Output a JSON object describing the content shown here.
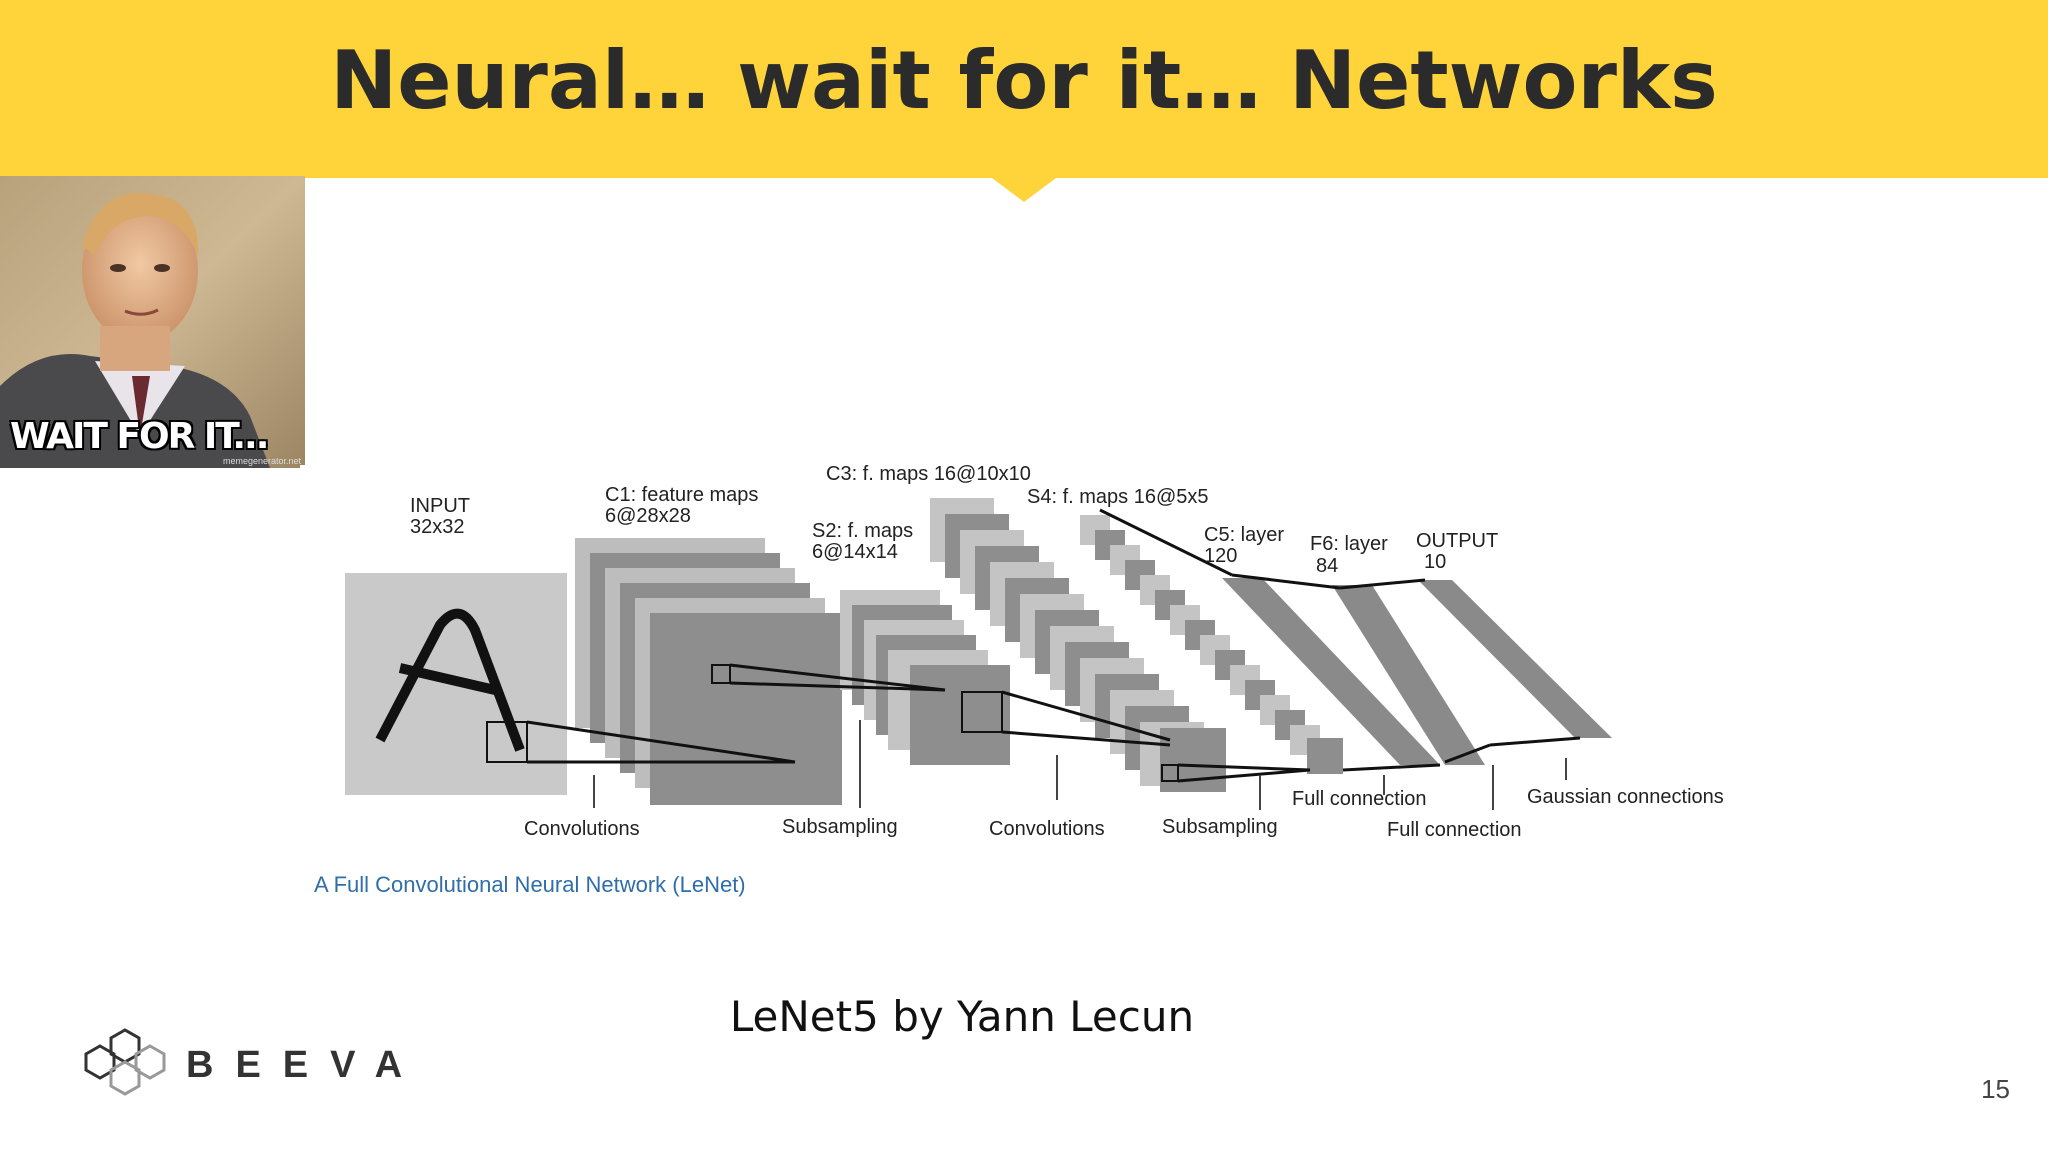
{
  "slide": {
    "title": "Neural… wait for it… Networks",
    "subtitle": "LeNet5 by Yann Lecun",
    "page_number": "15",
    "header_color": "#FFD43B"
  },
  "meme": {
    "caption": "WAIT FOR IT...",
    "watermark": "memegenerator.net"
  },
  "diagram": {
    "labels": {
      "input": [
        "INPUT",
        "32x32"
      ],
      "c1": [
        "C1: feature maps",
        "6@28x28"
      ],
      "s2": [
        "S2: f. maps",
        "6@14x14"
      ],
      "c3": "C3: f. maps 16@10x10",
      "s4": "S4: f. maps 16@5x5",
      "c5": [
        "C5: layer",
        "120"
      ],
      "f6": [
        "F6: layer",
        "84"
      ],
      "output": [
        "OUTPUT",
        "10"
      ]
    },
    "operations": {
      "conv1": "Convolutions",
      "sub1": "Subsampling",
      "conv2": "Convolutions",
      "sub2": "Subsampling",
      "full1": "Full connection",
      "full2": "Full connection",
      "gauss": "Gaussian connections"
    },
    "caption": "A Full Convolutional  Neural Network (LeNet)"
  },
  "logo": {
    "text": "BEEVA"
  }
}
